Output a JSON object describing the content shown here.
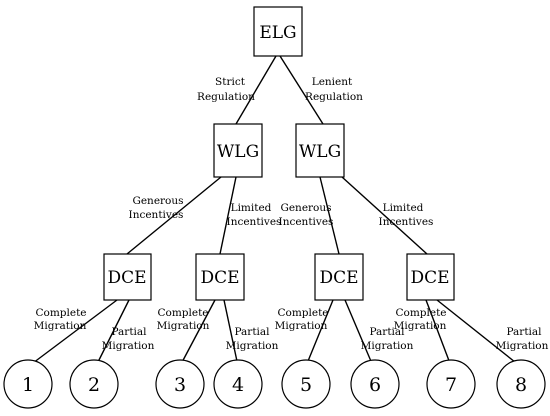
{
  "root": {
    "label": "ELG"
  },
  "regulation": [
    {
      "edge": [
        "Strict",
        "Regulation"
      ],
      "node": "WLG"
    },
    {
      "edge": [
        "Lenient",
        "Regulation"
      ],
      "node": "WLG"
    }
  ],
  "incentives": [
    {
      "edge": [
        "Generous",
        "Incentives"
      ],
      "node": "DCE"
    },
    {
      "edge": [
        "Limited",
        "Incentives"
      ],
      "node": "DCE"
    },
    {
      "edge": [
        "Generous",
        "Incentives"
      ],
      "node": "DCE"
    },
    {
      "edge": [
        "Limited",
        "Incentives"
      ],
      "node": "DCE"
    }
  ],
  "migration": [
    {
      "edge": [
        "Complete",
        "Migration"
      ],
      "leaf": "1"
    },
    {
      "edge": [
        "Partial",
        "Migration"
      ],
      "leaf": "2"
    },
    {
      "edge": [
        "Complete",
        "Migration"
      ],
      "leaf": "3"
    },
    {
      "edge": [
        "Partial",
        "Migration"
      ],
      "leaf": "4"
    },
    {
      "edge": [
        "Complete",
        "Migration"
      ],
      "leaf": "5"
    },
    {
      "edge": [
        "Partial",
        "Migration"
      ],
      "leaf": "6"
    },
    {
      "edge": [
        "Complete",
        "Migration"
      ],
      "leaf": "7"
    },
    {
      "edge": [
        "Partial",
        "Migration"
      ],
      "leaf": "8"
    }
  ],
  "colors": {
    "line": "#000000",
    "background": "#ffffff"
  }
}
